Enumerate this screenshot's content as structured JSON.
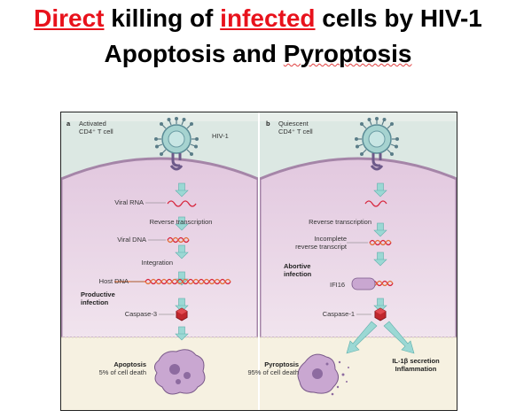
{
  "title": {
    "line1": {
      "w1": "Direct",
      "w2": " killing of ",
      "w3": "infected",
      "w4": " cells by HIV-1"
    },
    "line2": {
      "a": "Apoptosis and ",
      "b": "Pyroptosis"
    }
  },
  "panel_a": {
    "letter": "a",
    "cell_type_line1": "Activated",
    "cell_type_line2": "CD4⁺ T cell",
    "virus": "HIV-1",
    "steps": [
      "Viral RNA",
      "Reverse transcription",
      "Viral DNA",
      "Integration",
      "Host DNA"
    ],
    "infection_line1": "Productive",
    "infection_line2": "infection",
    "caspase": "Caspase-3",
    "outcome": "Apoptosis",
    "outcome_pct": "5% of cell death"
  },
  "panel_b": {
    "letter": "b",
    "cell_type_line1": "Quiescent",
    "cell_type_line2": "CD4⁺ T cell",
    "steps": [
      "Reverse transcription",
      "Incomplete",
      "reverse transcript"
    ],
    "infection_line1": "Abortive",
    "infection_line2": "infection",
    "sensor": "IFI16",
    "caspase": "Caspase-1",
    "outcome": "Pyroptosis",
    "outcome_pct": "95% of cell death",
    "secretion_line1": "IL-1β secretion",
    "secretion_line2": "Inflammation"
  },
  "colors": {
    "red_text": "#e8121c",
    "extracellular": "#dbe7e2",
    "cytoplasm": "#ead5e6",
    "membrane": "#a585a8",
    "outside_bottom": "#f5f0df",
    "arrow": "#8fd3cf",
    "hexagon": "#c0272d",
    "virus": "#8fc8c8"
  }
}
